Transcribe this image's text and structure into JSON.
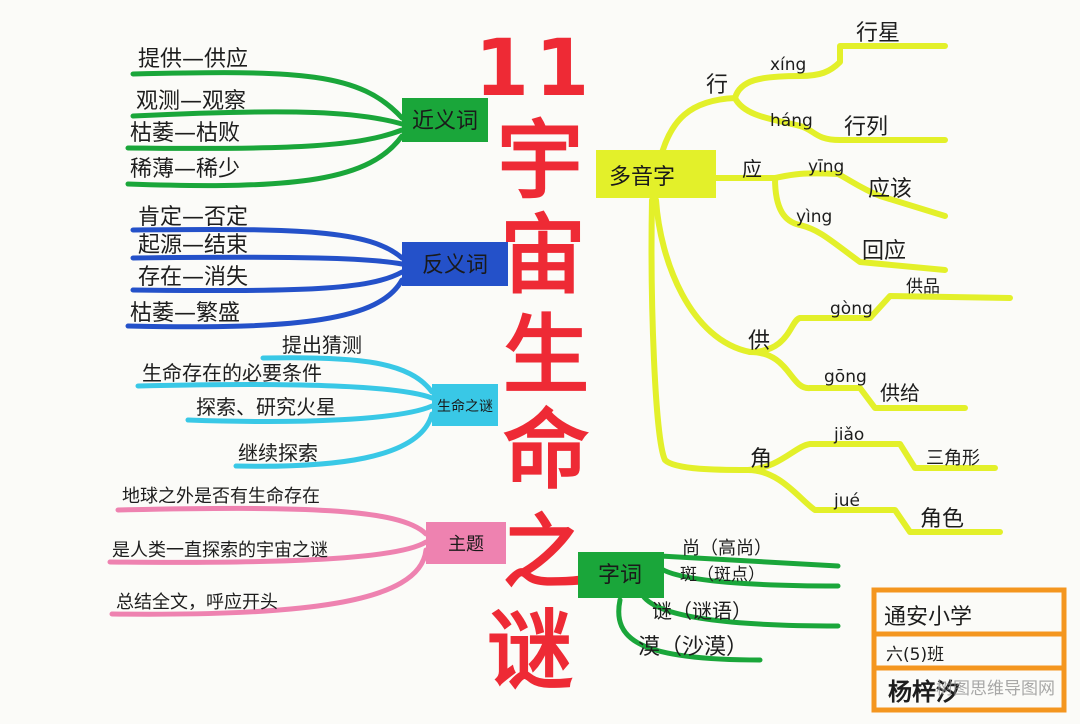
{
  "title": {
    "lesson_number": "11",
    "chars": [
      "宇",
      "宙",
      "生",
      "命",
      "之",
      "谜"
    ]
  },
  "colors": {
    "synonym": "#1aa63a",
    "antonym": "#2451c9",
    "mystery": "#39c8e6",
    "theme": "#ee82b0",
    "polyphone": "#e3f02a",
    "wordgroup": "#1aa63a",
    "info": "#f4961f",
    "title": "#ee2a35"
  },
  "synonyms": {
    "label": "近义词",
    "items": [
      "提供—供应",
      "观测—观察",
      "枯萎—枯败",
      "稀薄—稀少"
    ]
  },
  "antonyms": {
    "label": "反义词",
    "items": [
      "肯定—否定",
      "起源—结束",
      "存在—消失",
      "枯萎—繁盛"
    ]
  },
  "mystery": {
    "label": "生命之谜",
    "items": [
      "提出猜测",
      "生命存在的必要条件",
      "探索、研究火星",
      "继续探索"
    ]
  },
  "theme": {
    "label": "主题",
    "items": [
      "地球之外是否有生命存在",
      "是人类一直探索的宇宙之谜",
      "总结全文，呼应开头"
    ]
  },
  "polyphone": {
    "label": "多音字",
    "groups": [
      {
        "char": "行",
        "readings": [
          {
            "pinyin": "xíng",
            "word": "行星"
          },
          {
            "pinyin": "háng",
            "word": "行列"
          }
        ]
      },
      {
        "char": "应",
        "readings": [
          {
            "pinyin": "yīng",
            "word": "应该"
          },
          {
            "pinyin": "yìng",
            "word": "回应"
          }
        ]
      },
      {
        "char": "供",
        "readings": [
          {
            "pinyin": "gòng",
            "word": "供品"
          },
          {
            "pinyin": "gōng",
            "word": "供给"
          }
        ]
      },
      {
        "char": "角",
        "readings": [
          {
            "pinyin": "jiǎo",
            "word": "三角形"
          },
          {
            "pinyin": "jué",
            "word": "角色"
          }
        ]
      }
    ]
  },
  "wordgroup": {
    "label": "字词",
    "items": [
      "尚（高尚）",
      "斑（斑点）",
      "谜（谜语）",
      "漠（沙漠）"
    ]
  },
  "info": {
    "school": "通安小学",
    "class": "六(5)班",
    "name": "杨梓汐"
  },
  "watermark": "树图思维导图网"
}
